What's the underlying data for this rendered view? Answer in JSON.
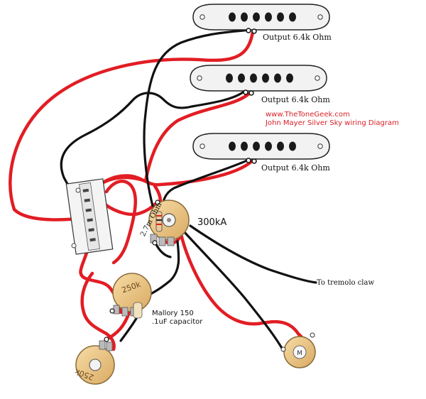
{
  "pickups": [
    {
      "output_label": "Output 6.4k Ohm"
    },
    {
      "output_label": "Output 6.4k Ohm"
    },
    {
      "output_label": "Output 6.4k Ohm"
    }
  ],
  "source": {
    "website": "www.TheToneGeek.com",
    "diagram_title": "John Mayer Silver Sky wiring Diagram"
  },
  "volume_pot": {
    "label": "300kA"
  },
  "resistor": {
    "label": "2.7m Ohm"
  },
  "tone_pot_1": {
    "value_text": "250k"
  },
  "tone_pot_2": {
    "value_text": "250k"
  },
  "capacitor": {
    "line1": "Mallory 150",
    "line2": ".1uF capacitor"
  },
  "tremolo": {
    "label": "To tremolo claw"
  },
  "jack": {
    "glyph": "M"
  },
  "colors": {
    "hot_wire": "#e21d24",
    "ground_wire": "#111111",
    "site_text": "#d81f26",
    "pot_body": "#e8c58a",
    "pickup_body": "#f2f2f2"
  }
}
